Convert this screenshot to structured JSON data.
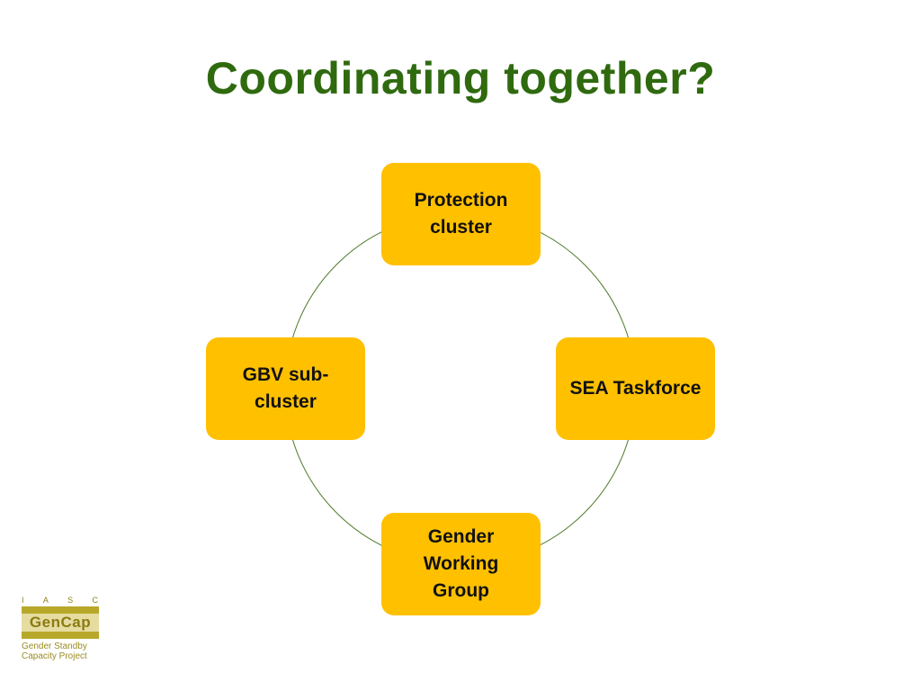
{
  "title": "Coordinating together?",
  "nodes": {
    "top": [
      "Protection",
      "cluster"
    ],
    "right": [
      "SEA Taskforce"
    ],
    "bottom": [
      "Gender",
      "Working",
      "Group"
    ],
    "left": [
      "GBV sub-",
      "cluster"
    ]
  },
  "logo": {
    "letters": [
      "I",
      "A",
      "S",
      "C"
    ],
    "name": "GenCap",
    "line1": "Gender Standby",
    "line2": "Capacity Project"
  },
  "colors": {
    "title": "#2f6a0f",
    "node_fill": "#ffc000",
    "ring": "#4e7a2a",
    "logo": "#b7a82a"
  }
}
